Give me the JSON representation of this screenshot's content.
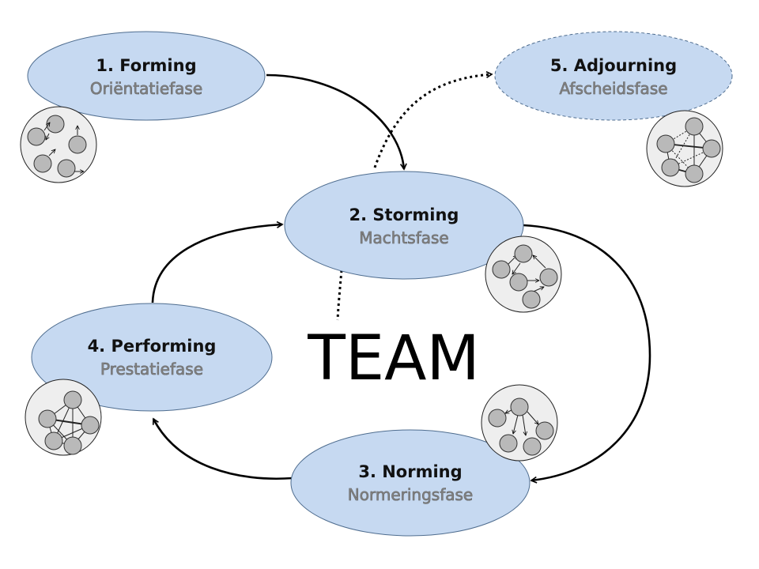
{
  "diagram": {
    "center_label": "TEAM",
    "colors": {
      "phase_fill": "#c6d9f1",
      "phase_stroke": "#4f6d8f",
      "group_fill": "#eeeeee",
      "member_fill": "#b9b9b9",
      "arrow": "#000000"
    },
    "phases": [
      {
        "id": "forming",
        "title": "1.  Forming",
        "subtitle": "Oriëntatiefase",
        "border": "solid"
      },
      {
        "id": "storming",
        "title": "2. Storming",
        "subtitle": "Machtsfase",
        "border": "solid"
      },
      {
        "id": "norming",
        "title": "3. Norming",
        "subtitle": "Normeringsfase",
        "border": "solid"
      },
      {
        "id": "performing",
        "title": "4. Performing",
        "subtitle": "Prestatiefase",
        "border": "solid"
      },
      {
        "id": "adjourning",
        "title": "5. Adjourning",
        "subtitle": "Afscheidsfase",
        "border": "dashed"
      }
    ],
    "transitions": [
      {
        "from": "forming",
        "to": "storming",
        "style": "solid"
      },
      {
        "from": "storming",
        "to": "norming",
        "style": "solid"
      },
      {
        "from": "norming",
        "to": "performing",
        "style": "solid"
      },
      {
        "from": "performing",
        "to": "storming",
        "style": "solid"
      },
      {
        "from": "team",
        "to": "adjourning",
        "style": "dotted"
      }
    ],
    "group_icons": [
      {
        "phase": "forming",
        "pattern": "scattered-arrows",
        "members": 5
      },
      {
        "phase": "storming",
        "pattern": "conflicting-arrows",
        "members": 5
      },
      {
        "phase": "norming",
        "pattern": "hierarchy-arrows",
        "members": 5
      },
      {
        "phase": "performing",
        "pattern": "fully-connected",
        "members": 5
      },
      {
        "phase": "adjourning",
        "pattern": "connected-fading",
        "members": 5
      }
    ]
  }
}
